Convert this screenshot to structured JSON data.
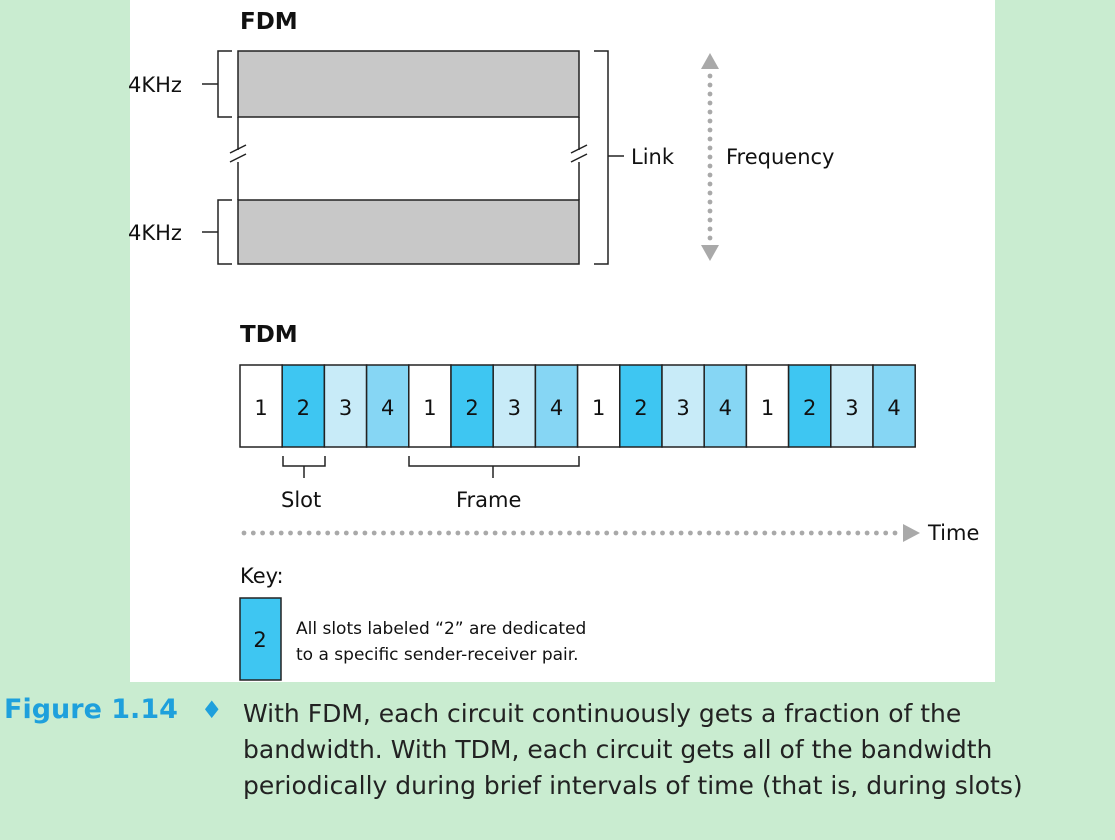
{
  "fdm": {
    "title": "FDM",
    "band_label_top": "4KHz",
    "band_label_bottom": "4KHz",
    "link_label": "Link",
    "frequency_label": "Frequency"
  },
  "tdm": {
    "title": "TDM",
    "slots": [
      "1",
      "2",
      "3",
      "4",
      "1",
      "2",
      "3",
      "4",
      "1",
      "2",
      "3",
      "4",
      "1",
      "2",
      "3",
      "4"
    ],
    "slot_label": "Slot",
    "frame_label": "Frame",
    "time_label": "Time"
  },
  "key": {
    "title": "Key:",
    "sample_slot": "2",
    "description_line1": "All slots labeled “2” are dedicated",
    "description_line2": "to a specific sender-receiver pair."
  },
  "colors": {
    "slot1": "#ffffff",
    "slot2": "#3ec6f2",
    "slot3": "#c8ebf8",
    "slot4": "#86d6f4",
    "band_gray": "#c8c8c8",
    "arrow_gray": "#a9a9a9",
    "accent": "#1ea0dc",
    "background": "#c9ecd0"
  },
  "caption": {
    "figure_number": "Figure 1.14",
    "diamond": "♦",
    "line1": "With FDM, each circuit continuously gets a fraction of the",
    "line2": "bandwidth. With TDM, each circuit gets all of the bandwidth",
    "line3": "periodically during brief intervals of time (that is, during slots)"
  }
}
